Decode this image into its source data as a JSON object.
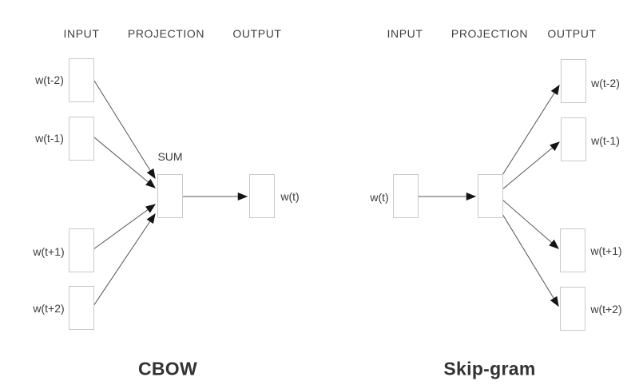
{
  "figure": {
    "description": "word2vec model architectures diagram"
  },
  "colors": {
    "background": "#ffffff",
    "box_border": "#c9c9c9",
    "connector_line": "#555555",
    "arrowhead": "#141414",
    "label_text": "#3d3d3d",
    "title_text": "#333333"
  },
  "cbow": {
    "title": "CBOW",
    "columns": {
      "input": "INPUT",
      "projection": "PROJECTION",
      "output": "OUTPUT"
    },
    "sum_label": "SUM",
    "input_labels": [
      "w(t-2)",
      "w(t-1)",
      "w(t+1)",
      "w(t+2)"
    ],
    "output_label": "w(t)"
  },
  "skipgram": {
    "title": "Skip-gram",
    "columns": {
      "input": "INPUT",
      "projection": "PROJECTION",
      "output": "OUTPUT"
    },
    "input_label": "w(t)",
    "output_labels": [
      "w(t-2)",
      "w(t-1)",
      "w(t+1)",
      "w(t+2)"
    ]
  }
}
